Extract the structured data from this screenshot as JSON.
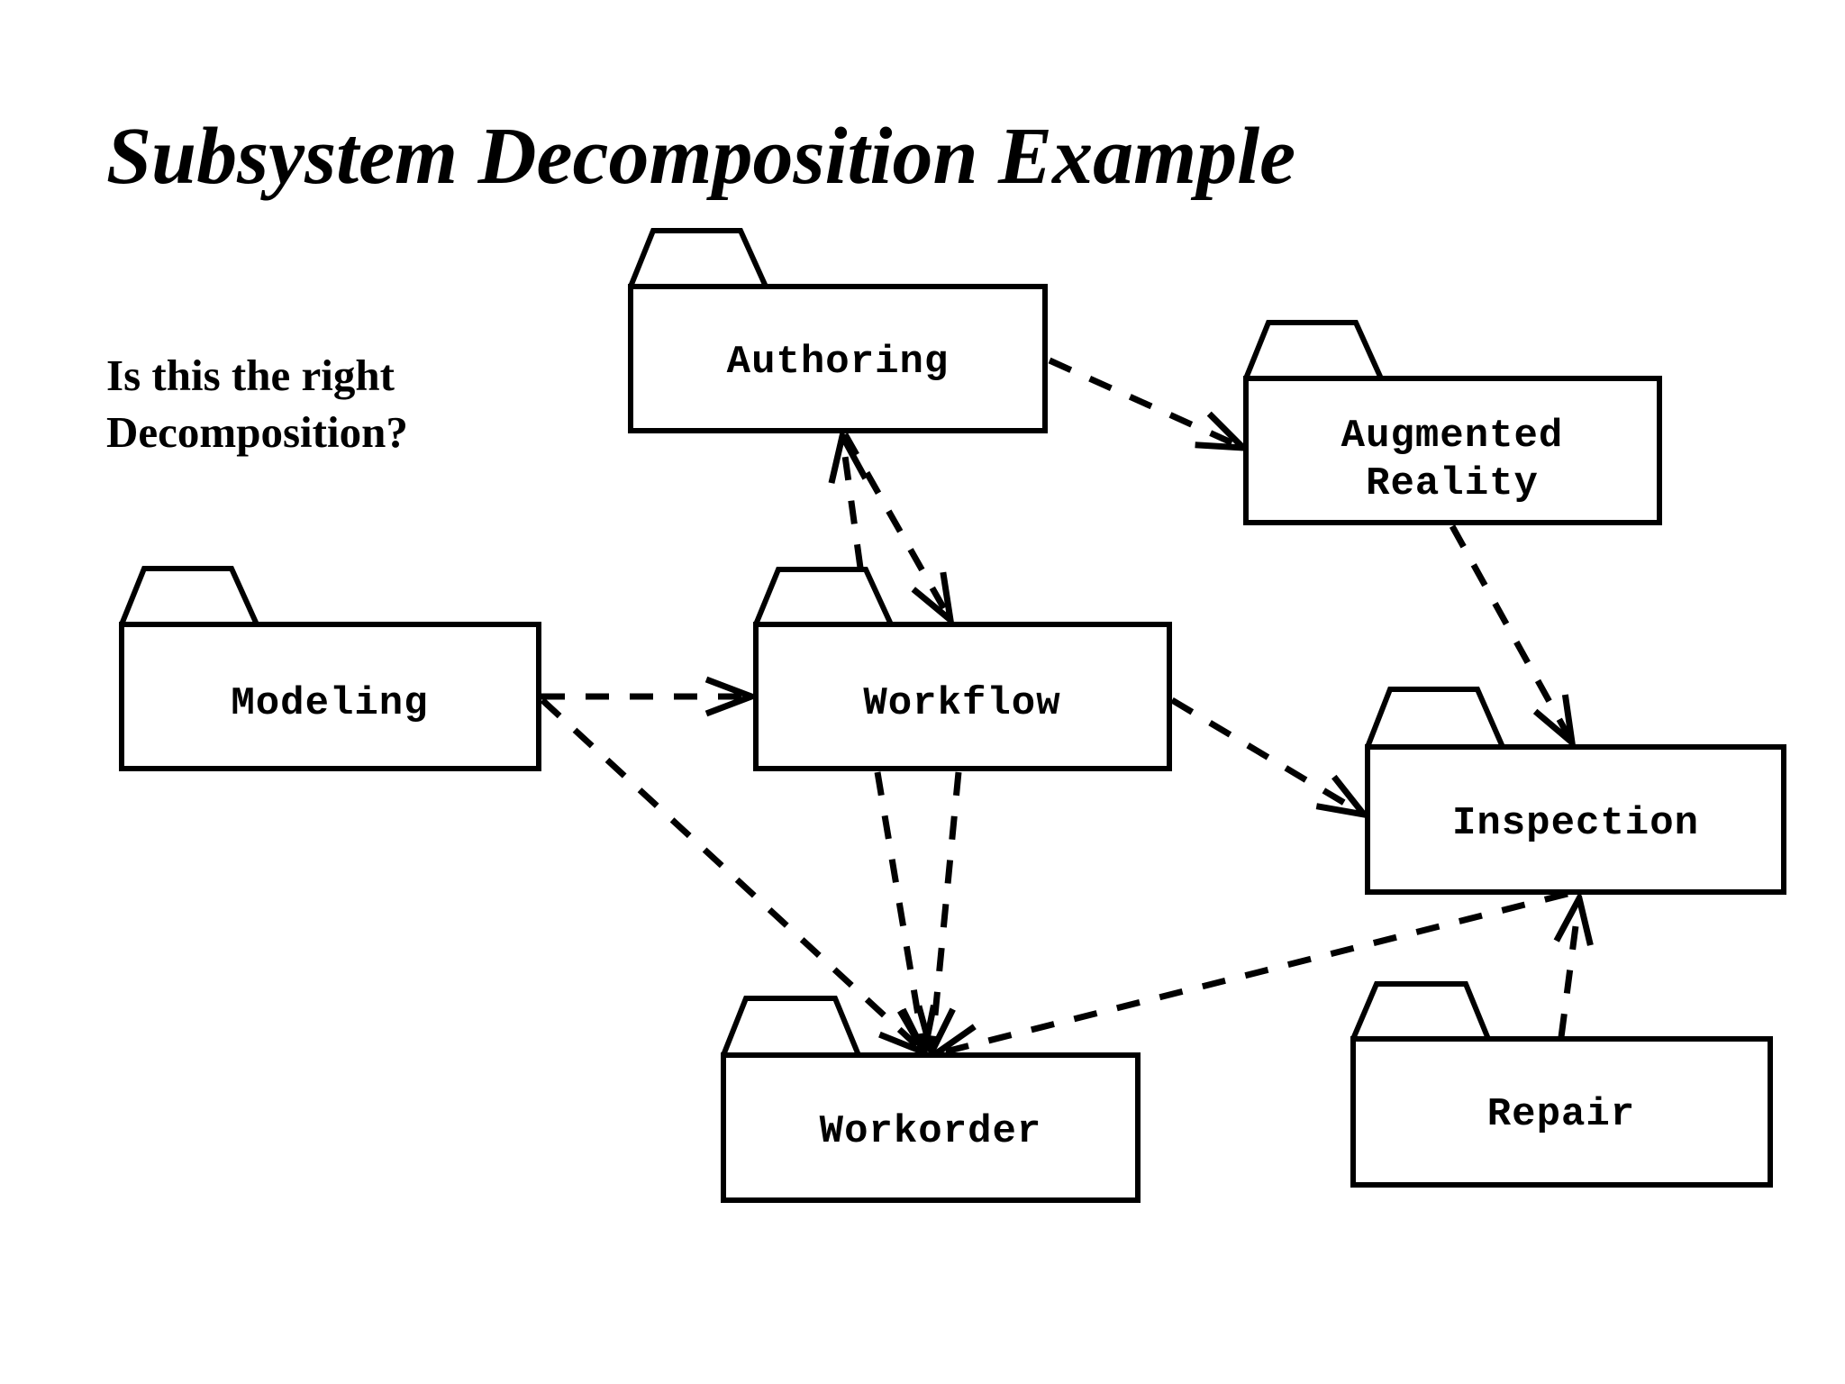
{
  "slide": {
    "title": "Subsystem Decomposition Example",
    "question_line1": "Is this the right",
    "question_line2": "Decomposition?"
  },
  "packages": {
    "authoring": {
      "label": "Authoring"
    },
    "augmented_reality": {
      "label_line1": "Augmented",
      "label_line2": "Reality"
    },
    "modeling": {
      "label": "Modeling"
    },
    "workflow": {
      "label": "Workflow"
    },
    "inspection": {
      "label": "Inspection"
    },
    "workorder": {
      "label": "Workorder"
    },
    "repair": {
      "label": "Repair"
    }
  },
  "dependencies": [
    {
      "from": "Authoring",
      "to": "Augmented Reality"
    },
    {
      "from": "Workflow",
      "to": "Authoring"
    },
    {
      "from": "Authoring",
      "to": "Workflow"
    },
    {
      "from": "Modeling",
      "to": "Workflow"
    },
    {
      "from": "Modeling",
      "to": "Workorder"
    },
    {
      "from": "Workflow",
      "to": "Workorder"
    },
    {
      "from": "Workflow",
      "to": "Workorder"
    },
    {
      "from": "Workflow",
      "to": "Inspection"
    },
    {
      "from": "Augmented Reality",
      "to": "Inspection"
    },
    {
      "from": "Inspection",
      "to": "Workorder"
    },
    {
      "from": "Repair",
      "to": "Inspection"
    }
  ],
  "colors": {
    "ink": "#000000",
    "background": "#ffffff"
  }
}
